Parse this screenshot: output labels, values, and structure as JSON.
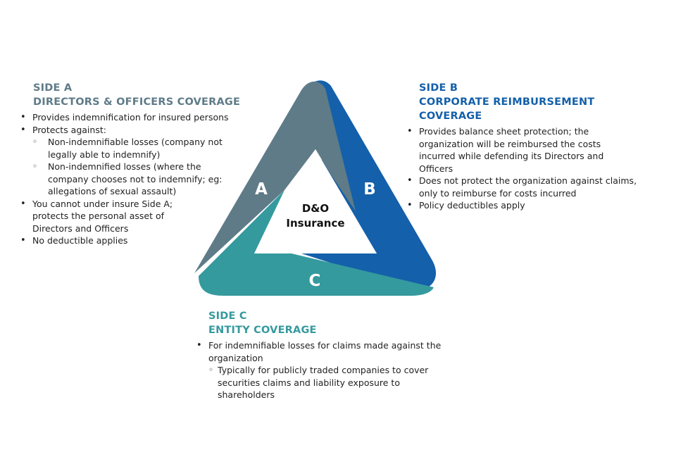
{
  "colors": {
    "side_a": "#5f7b88",
    "side_b": "#1460aa",
    "side_c": "#349a9e",
    "text": "#222222"
  },
  "center": {
    "line1": "D&O",
    "line2": "Insurance"
  },
  "segments": {
    "a": "A",
    "b": "B",
    "c": "C"
  },
  "side_a": {
    "title": "SIDE A",
    "subtitle": "DIRECTORS & OFFICERS COVERAGE",
    "bullet1": "Provides indemnification for insured persons",
    "bullet2": "Protects against:",
    "sub1": "Non-indemnifiable losses (company not legally able to indemnify)",
    "sub2": "Non-indemnified losses (where the company chooses not to indemnify; eg: allegations of sexual assault)",
    "bullet3": "You cannot under insure Side A; protects the personal asset of Directors and Officers",
    "bullet4": "No deductible applies"
  },
  "side_b": {
    "title": "SIDE B",
    "subtitle": "CORPORATE REIMBURSEMENT COVERAGE",
    "bullet1": "Provides balance sheet protection; the organization will be reimbursed the costs incurred while defending its Directors and Officers",
    "bullet2": "Does not protect the organization against claims, only to reimburse for costs incurred",
    "bullet3": "Policy deductibles apply"
  },
  "side_c": {
    "title": "SIDE C",
    "subtitle": "ENTITY COVERAGE",
    "bullet1": "For indemnifiable losses for claims made against the organization",
    "sub1": "Typically for publicly traded companies to cover securities claims and liability exposure to shareholders"
  }
}
